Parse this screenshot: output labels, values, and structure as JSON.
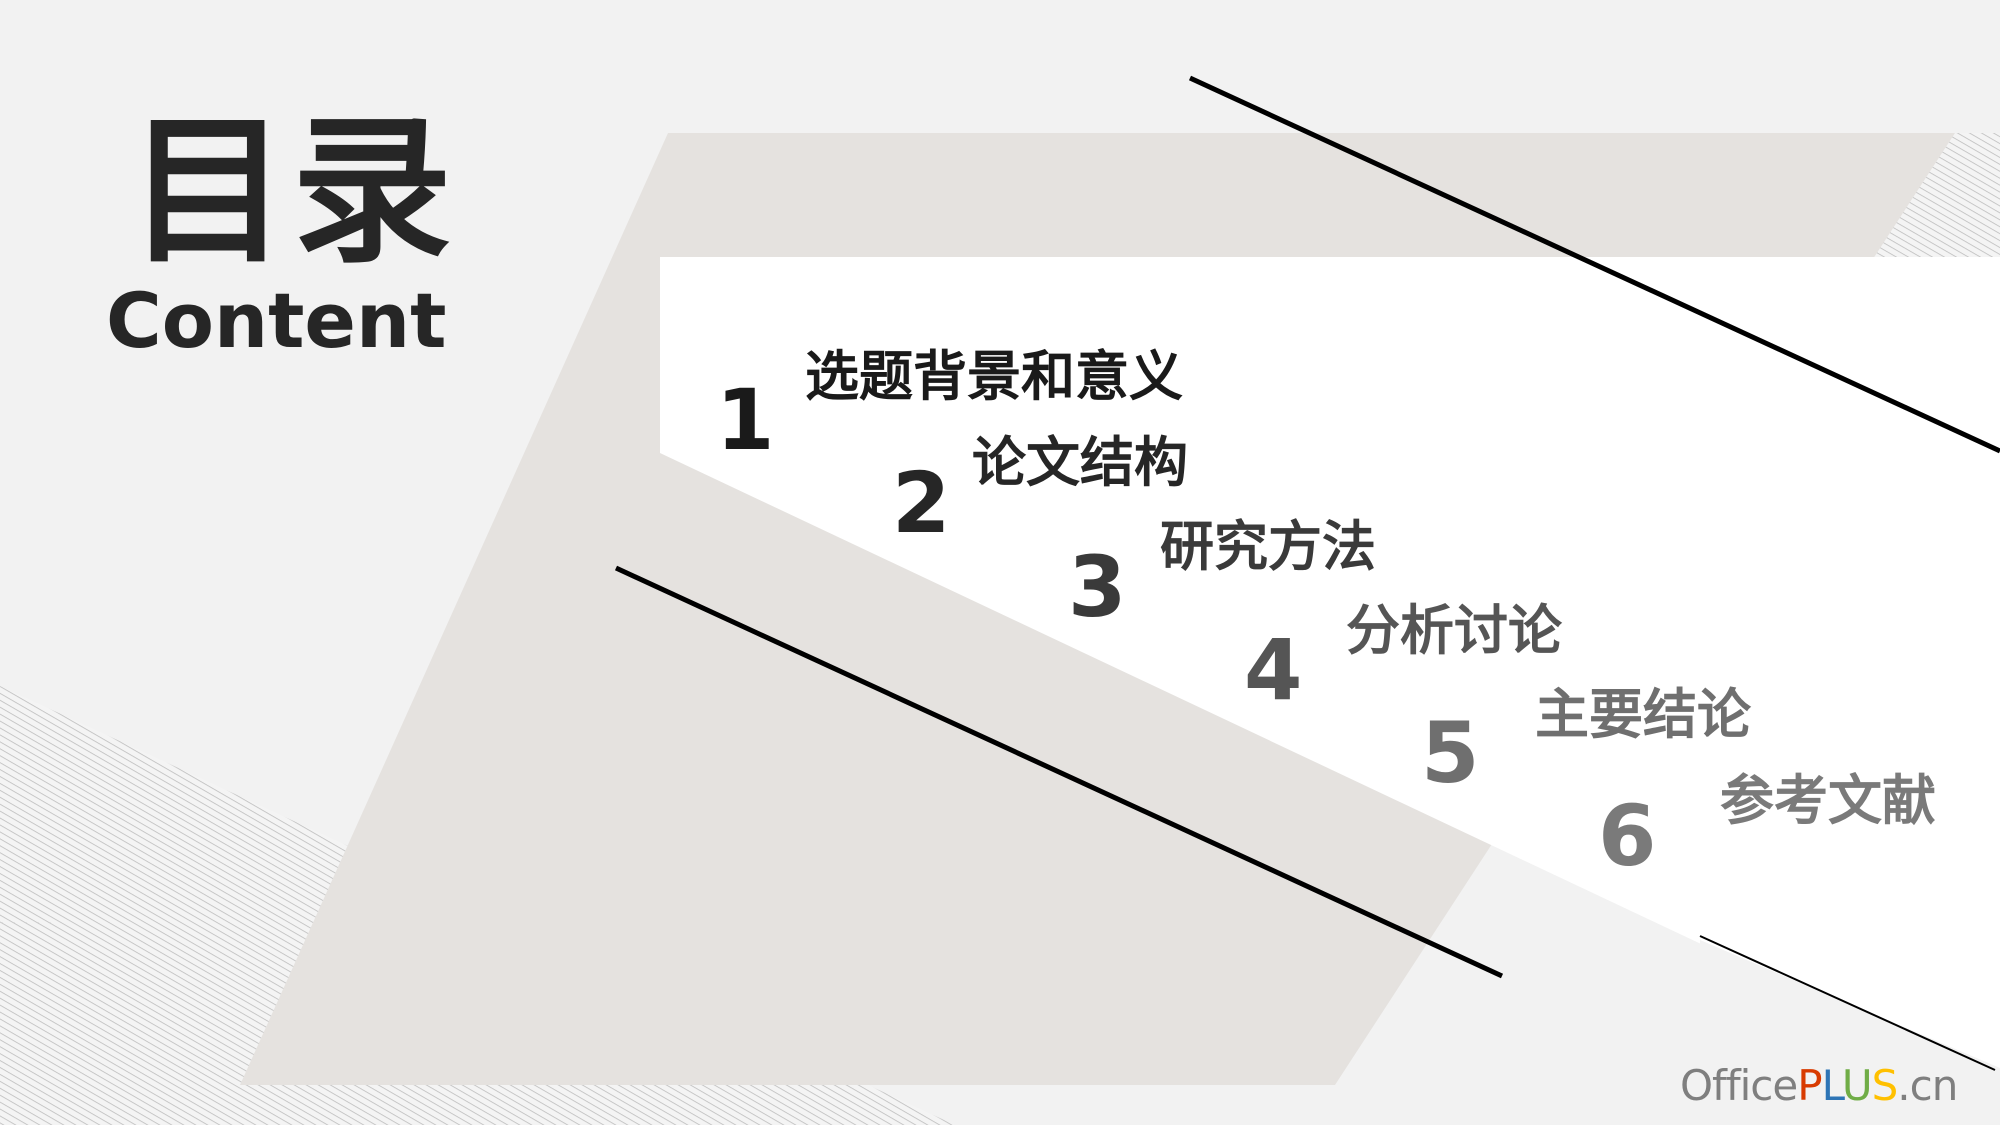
{
  "slide": {
    "title_cn": "目录",
    "title_en": "Content"
  },
  "toc": [
    {
      "number": "1",
      "label": "选题背景和意义",
      "color": "#1a1a1a"
    },
    {
      "number": "2",
      "label": "论文结构",
      "color": "#262626"
    },
    {
      "number": "3",
      "label": "研究方法",
      "color": "#3a3a3a"
    },
    {
      "number": "4",
      "label": "分析讨论",
      "color": "#555555"
    },
    {
      "number": "5",
      "label": "主要结论",
      "color": "#6f6f6f"
    },
    {
      "number": "6",
      "label": "参考文献",
      "color": "#7a7a7a"
    }
  ],
  "brand": {
    "office": "Office",
    "p": "P",
    "l": "L",
    "u": "U",
    "s": "S",
    "cn": ".cn",
    "colors": {
      "office": "#7f7f7f",
      "p": "#d83b01",
      "l": "#2e75b6",
      "u": "#70ad47",
      "s": "#ffc000",
      "cn": "#7f7f7f"
    }
  },
  "colors": {
    "background": "#f2f2f2",
    "panel": "#e5e2df",
    "card": "#ffffff",
    "text": "#262626",
    "hatch": "#bdbdbd"
  }
}
